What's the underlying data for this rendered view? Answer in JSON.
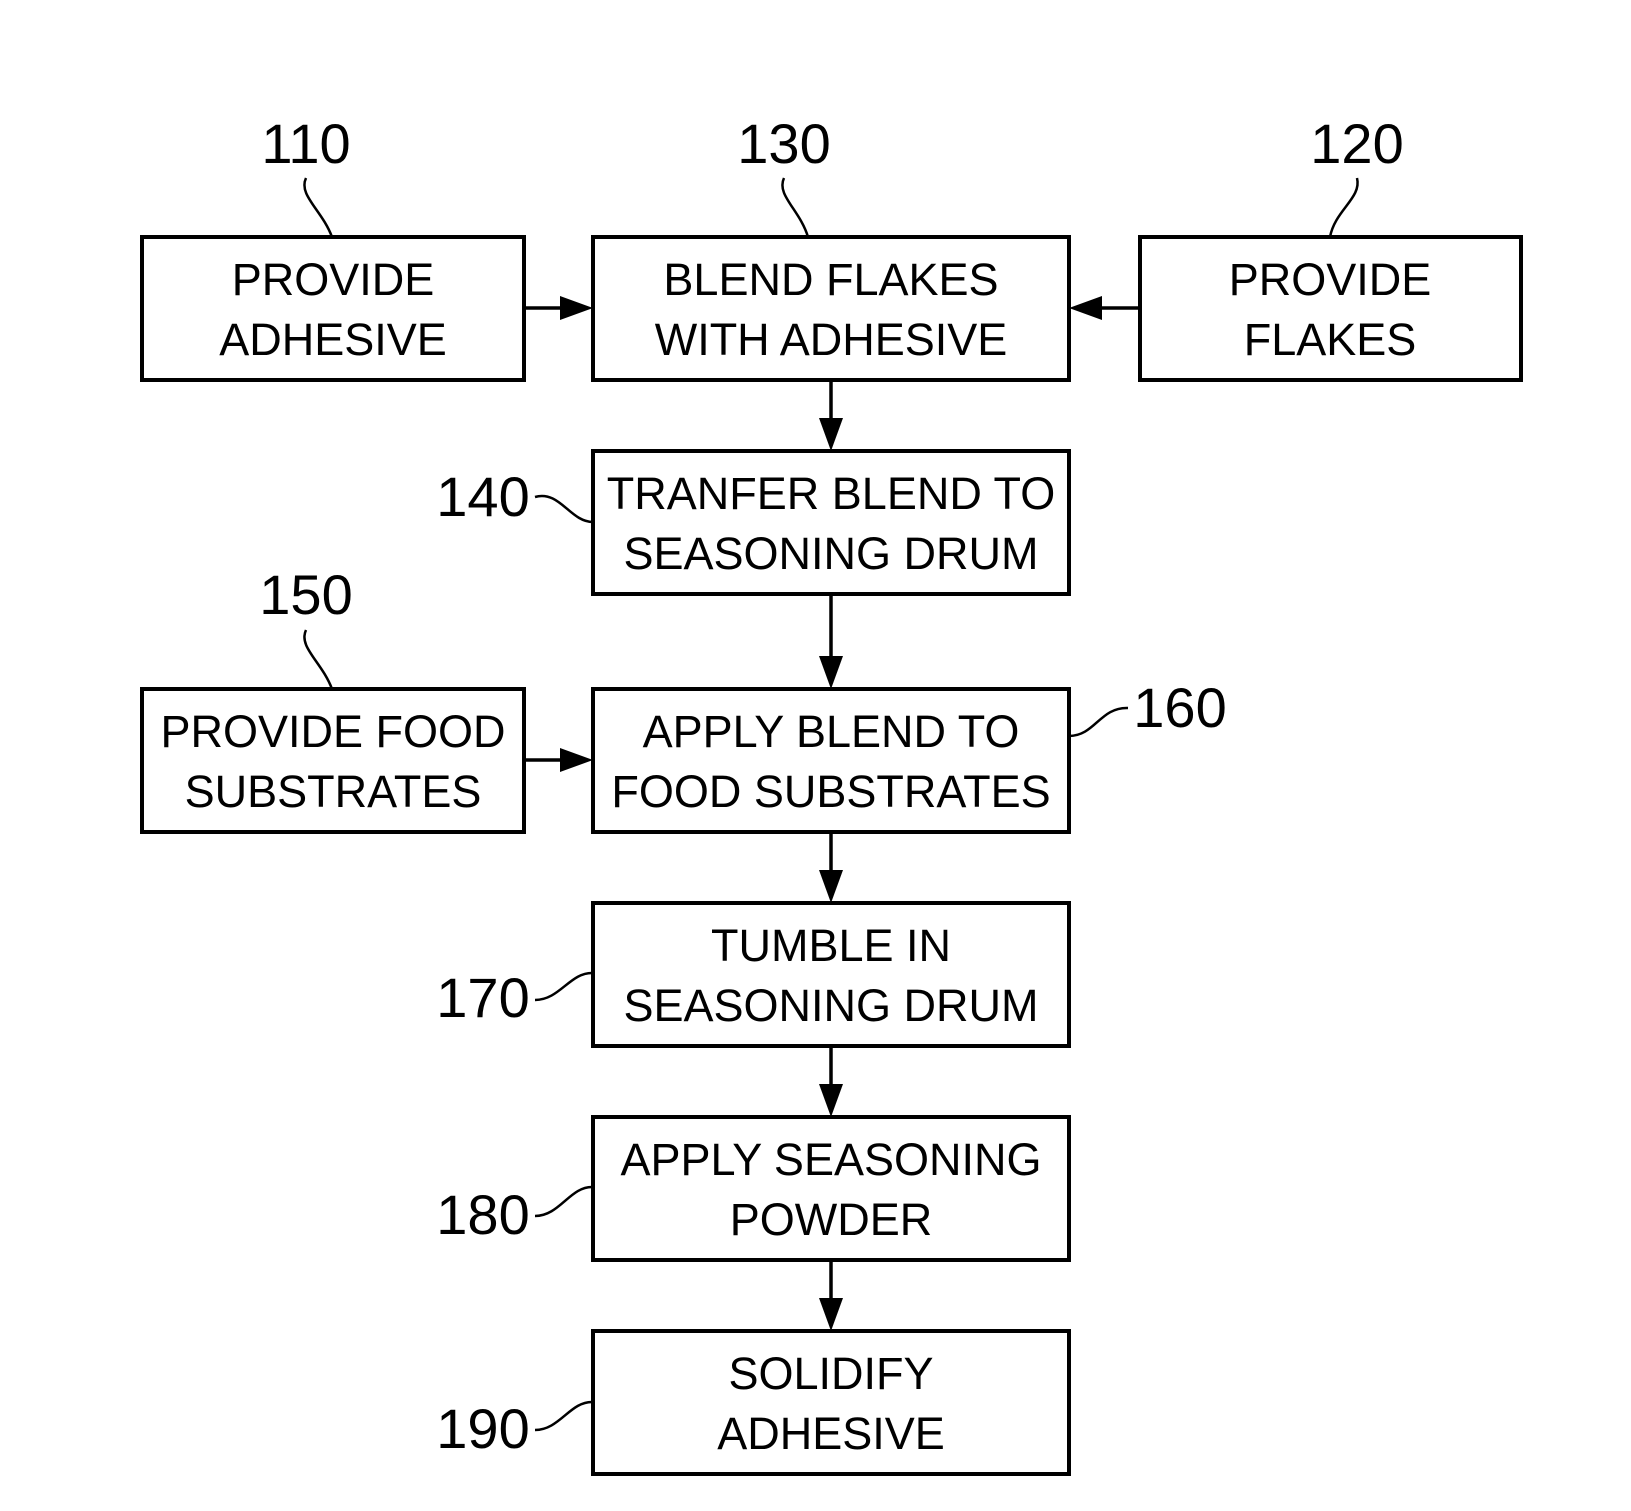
{
  "steps": {
    "s110": {
      "ref": "110",
      "line1": "PROVIDE",
      "line2": "ADHESIVE"
    },
    "s130": {
      "ref": "130",
      "line1": "BLEND FLAKES",
      "line2": "WITH ADHESIVE"
    },
    "s120": {
      "ref": "120",
      "line1": "PROVIDE",
      "line2": "FLAKES"
    },
    "s140": {
      "ref": "140",
      "line1": "TRANFER BLEND TO",
      "line2": "SEASONING DRUM"
    },
    "s150": {
      "ref": "150",
      "line1": "PROVIDE FOOD",
      "line2": "SUBSTRATES"
    },
    "s160": {
      "ref": "160",
      "line1": "APPLY BLEND TO",
      "line2": "FOOD SUBSTRATES"
    },
    "s170": {
      "ref": "170",
      "line1": "TUMBLE IN",
      "line2": "SEASONING DRUM"
    },
    "s180": {
      "ref": "180",
      "line1": "APPLY SEASONING",
      "line2": "POWDER"
    },
    "s190": {
      "ref": "190",
      "line1": "SOLIDIFY",
      "line2": "ADHESIVE"
    }
  }
}
